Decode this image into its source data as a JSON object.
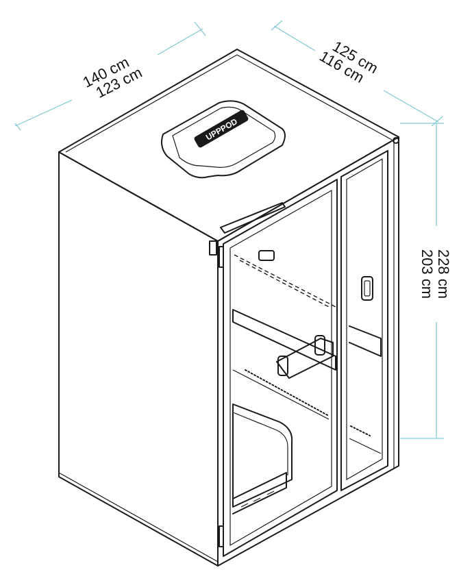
{
  "dimensions": {
    "width_outer": "140 cm",
    "width_inner": "123 cm",
    "depth_outer": "125 cm",
    "depth_inner": "116 cm",
    "height_outer": "228 cm",
    "height_inner": "203 cm"
  },
  "brand": {
    "logo_text": "UPPPOD"
  },
  "colors": {
    "dimension_line": "#7ec9cf",
    "outline": "#1a1a1a",
    "background": "#ffffff"
  }
}
